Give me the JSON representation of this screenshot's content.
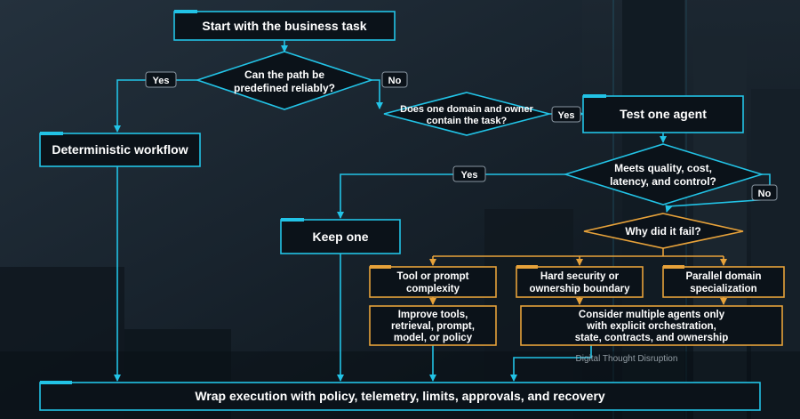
{
  "colors": {
    "cyan": "#22c3e6",
    "orange": "#e7a23a",
    "box_fill": "#0b1219",
    "text": "#ffffff"
  },
  "nodes": {
    "start": "Start with the business task",
    "q_predefined": [
      "Can the path be",
      "predefined reliably?"
    ],
    "deterministic": "Deterministic workflow",
    "q_one_domain": [
      "Does one domain and owner",
      "contain the task?"
    ],
    "test_one_agent": "Test one agent",
    "q_meets": [
      "Meets quality, cost,",
      "latency, and control?"
    ],
    "keep_one": "Keep one",
    "q_why_fail": "Why did it fail?",
    "tool_prompt": [
      "Tool or prompt",
      "complexity"
    ],
    "hard_security": [
      "Hard security or",
      "ownership boundary"
    ],
    "parallel_domain": [
      "Parallel domain",
      "specialization"
    ],
    "improve_tools": [
      "Improve tools,",
      "retrieval, prompt,",
      "model, or policy"
    ],
    "consider_multiple": [
      "Consider multiple agents only",
      "with explicit orchestration,",
      "state, contracts, and ownership"
    ],
    "wrap": "Wrap execution with policy, telemetry, limits, approvals, and recovery"
  },
  "labels": {
    "yes1": "Yes",
    "no1": "No",
    "yes2": "Yes",
    "yes3": "Yes",
    "no3": "No"
  },
  "watermark": "Digital Thought Disruption"
}
